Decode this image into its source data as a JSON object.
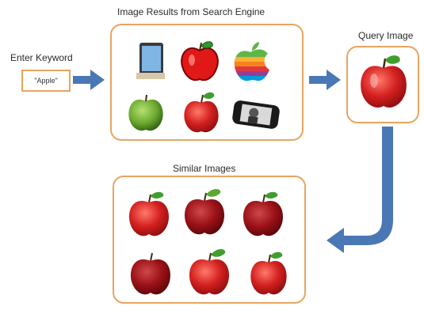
{
  "labels": {
    "results_title": "Image Results from Search Engine",
    "enter_keyword": "Enter Keyword",
    "keyword_value": "\"Apple\"",
    "query_image": "Query Image",
    "similar_images": "Similar Images"
  },
  "colors": {
    "box_border": "#e8a45f",
    "arrow_fill": "#4a78b5",
    "apple_red": "#d42020",
    "apple_green": "#6aa82e"
  },
  "icons": {
    "search_results": [
      "ipad-image",
      "cartoon-apple-image",
      "apple-logo-image",
      "green-apple-image",
      "red-apple-image",
      "iphone-image"
    ],
    "similar_results": [
      "red-apple-image",
      "dark-red-apple-image",
      "red-apple-image",
      "dark-red-apple-image",
      "red-apple-image",
      "red-apple-image"
    ]
  }
}
